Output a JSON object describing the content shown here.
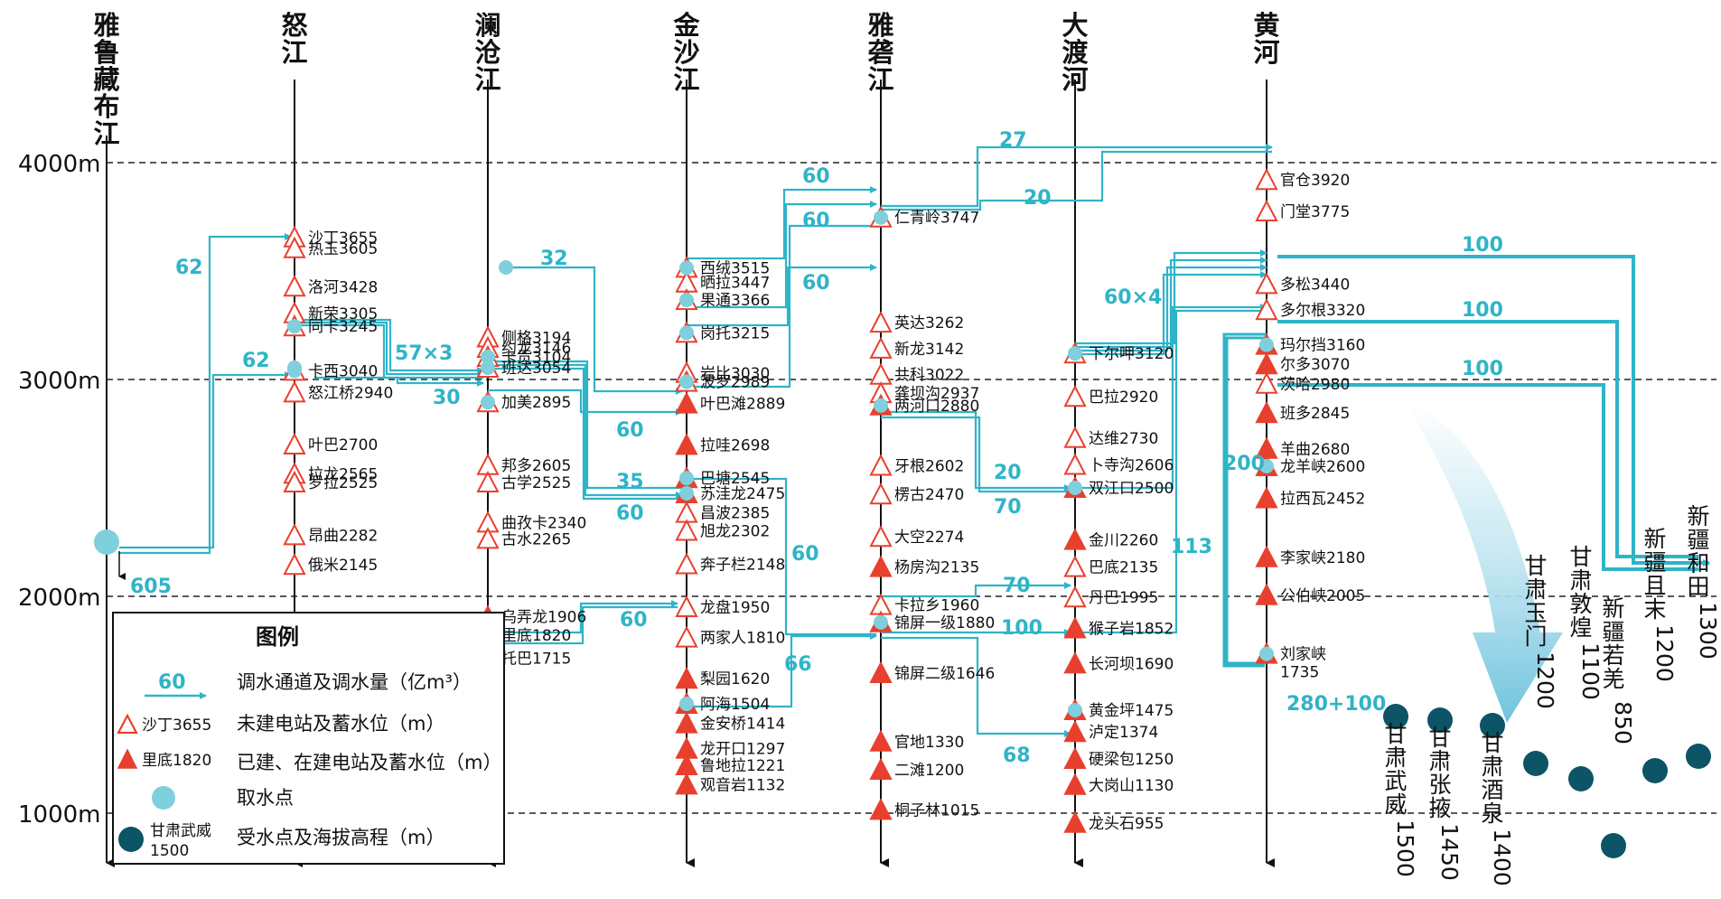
{
  "rivers": [
    "雅鲁藏布江",
    "怒江",
    "澜沧江",
    "金沙江",
    "雅砻江",
    "大渡河",
    "黄河"
  ],
  "elevation_labels": [
    "4000m",
    "3000m",
    "2000m",
    "1000m"
  ],
  "stations": [
    {
      "river": 1,
      "label": "沙丁3655",
      "elev": 3655,
      "status": "planned"
    },
    {
      "river": 1,
      "label": "热玉3605",
      "elev": 3605,
      "status": "planned"
    },
    {
      "river": 1,
      "label": "洛河3428",
      "elev": 3428,
      "status": "planned"
    },
    {
      "river": 1,
      "label": "新荣3305",
      "elev": 3305,
      "status": "planned"
    },
    {
      "river": 1,
      "label": "同卡3245",
      "elev": 3245,
      "status": "planned"
    },
    {
      "river": 1,
      "label": "卡西3040",
      "elev": 3040,
      "status": "planned"
    },
    {
      "river": 1,
      "label": "怒江桥2940",
      "elev": 2940,
      "status": "planned"
    },
    {
      "river": 1,
      "label": "叶巴2700",
      "elev": 2700,
      "status": "planned"
    },
    {
      "river": 1,
      "label": "拉龙2565",
      "elev": 2565,
      "status": "planned"
    },
    {
      "river": 1,
      "label": "罗拉2525",
      "elev": 2525,
      "status": "planned"
    },
    {
      "river": 1,
      "label": "昂曲2282",
      "elev": 2282,
      "status": "planned"
    },
    {
      "river": 1,
      "label": "俄米2145",
      "elev": 2145,
      "status": "planned"
    },
    {
      "river": 2,
      "label": "侧格3194",
      "elev": 3194,
      "status": "planned"
    },
    {
      "river": 2,
      "label": "约龙3146",
      "elev": 3146,
      "status": "planned"
    },
    {
      "river": 2,
      "label": "卡贡3104",
      "elev": 3104,
      "status": "planned"
    },
    {
      "river": 2,
      "label": "班达3054",
      "elev": 3054,
      "status": "planned"
    },
    {
      "river": 2,
      "label": "加美2895",
      "elev": 2895,
      "status": "planned"
    },
    {
      "river": 2,
      "label": "邦多2605",
      "elev": 2605,
      "status": "planned"
    },
    {
      "river": 2,
      "label": "古学2525",
      "elev": 2525,
      "status": "planned"
    },
    {
      "river": 2,
      "label": "曲孜卡2340",
      "elev": 2340,
      "status": "planned"
    },
    {
      "river": 2,
      "label": "古水2265",
      "elev": 2265,
      "status": "planned"
    },
    {
      "river": 2,
      "label": "乌弄龙1906",
      "elev": 1906,
      "status": "built"
    },
    {
      "river": 2,
      "label": "里底1820",
      "elev": 1820,
      "status": "built"
    },
    {
      "river": 2,
      "label": "托巴1715",
      "elev": 1715,
      "status": "built"
    },
    {
      "river": 3,
      "label": "西绒3515",
      "elev": 3515,
      "status": "planned"
    },
    {
      "river": 3,
      "label": "晒拉3447",
      "elev": 3447,
      "status": "planned"
    },
    {
      "river": 3,
      "label": "果通3366",
      "elev": 3366,
      "status": "planned"
    },
    {
      "river": 3,
      "label": "岗托3215",
      "elev": 3215,
      "status": "planned"
    },
    {
      "river": 3,
      "label": "岩比3030",
      "elev": 3030,
      "status": "planned"
    },
    {
      "river": 3,
      "label": "波罗2989",
      "elev": 2989,
      "status": "planned"
    },
    {
      "river": 3,
      "label": "叶巴滩2889",
      "elev": 2889,
      "status": "built"
    },
    {
      "river": 3,
      "label": "拉哇2698",
      "elev": 2698,
      "status": "built"
    },
    {
      "river": 3,
      "label": "巴塘2545",
      "elev": 2545,
      "status": "built"
    },
    {
      "river": 3,
      "label": "苏洼龙2475",
      "elev": 2475,
      "status": "built"
    },
    {
      "river": 3,
      "label": "昌波2385",
      "elev": 2385,
      "status": "planned"
    },
    {
      "river": 3,
      "label": "旭龙2302",
      "elev": 2302,
      "status": "planned"
    },
    {
      "river": 3,
      "label": "奔子栏2148",
      "elev": 2148,
      "status": "planned"
    },
    {
      "river": 3,
      "label": "龙盘1950",
      "elev": 1950,
      "status": "planned"
    },
    {
      "river": 3,
      "label": "两家人1810",
      "elev": 1810,
      "status": "planned"
    },
    {
      "river": 3,
      "label": "梨园1620",
      "elev": 1620,
      "status": "built"
    },
    {
      "river": 3,
      "label": "阿海1504",
      "elev": 1504,
      "status": "built"
    },
    {
      "river": 3,
      "label": "金安桥1414",
      "elev": 1414,
      "status": "built"
    },
    {
      "river": 3,
      "label": "龙开口1297",
      "elev": 1297,
      "status": "built"
    },
    {
      "river": 3,
      "label": "鲁地拉1221",
      "elev": 1221,
      "status": "built"
    },
    {
      "river": 3,
      "label": "观音岩1132",
      "elev": 1132,
      "status": "built"
    },
    {
      "river": 4,
      "label": "仁青岭3747",
      "elev": 3747,
      "status": "planned"
    },
    {
      "river": 4,
      "label": "英达3262",
      "elev": 3262,
      "status": "planned"
    },
    {
      "river": 4,
      "label": "新龙3142",
      "elev": 3142,
      "status": "planned"
    },
    {
      "river": 4,
      "label": "共科3022",
      "elev": 3022,
      "status": "planned"
    },
    {
      "river": 4,
      "label": "龚坝沟2937",
      "elev": 2937,
      "status": "planned"
    },
    {
      "river": 4,
      "label": "两河口2880",
      "elev": 2880,
      "status": "built"
    },
    {
      "river": 4,
      "label": "牙根2602",
      "elev": 2602,
      "status": "planned"
    },
    {
      "river": 4,
      "label": "楞古2470",
      "elev": 2470,
      "status": "planned"
    },
    {
      "river": 4,
      "label": "大空2274",
      "elev": 2274,
      "status": "planned"
    },
    {
      "river": 4,
      "label": "杨房沟2135",
      "elev": 2135,
      "status": "built"
    },
    {
      "river": 4,
      "label": "卡拉乡1960",
      "elev": 1960,
      "status": "planned"
    },
    {
      "river": 4,
      "label": "锦屏一级1880",
      "elev": 1880,
      "status": "built"
    },
    {
      "river": 4,
      "label": "锦屏二级1646",
      "elev": 1646,
      "status": "built"
    },
    {
      "river": 4,
      "label": "官地1330",
      "elev": 1330,
      "status": "built"
    },
    {
      "river": 4,
      "label": "二滩1200",
      "elev": 1200,
      "status": "built"
    },
    {
      "river": 4,
      "label": "桐子林1015",
      "elev": 1015,
      "status": "built"
    },
    {
      "river": 5,
      "label": "下尔呷3120",
      "elev": 3120,
      "status": "planned"
    },
    {
      "river": 5,
      "label": "巴拉2920",
      "elev": 2920,
      "status": "planned"
    },
    {
      "river": 5,
      "label": "达维2730",
      "elev": 2730,
      "status": "planned"
    },
    {
      "river": 5,
      "label": "卜寺沟2606",
      "elev": 2606,
      "status": "planned"
    },
    {
      "river": 5,
      "label": "双江口2500",
      "elev": 2500,
      "status": "built"
    },
    {
      "river": 5,
      "label": "金川2260",
      "elev": 2260,
      "status": "built"
    },
    {
      "river": 5,
      "label": "巴底2135",
      "elev": 2135,
      "status": "planned"
    },
    {
      "river": 5,
      "label": "丹巴1995",
      "elev": 1995,
      "status": "planned"
    },
    {
      "river": 5,
      "label": "猴子岩1852",
      "elev": 1852,
      "status": "built"
    },
    {
      "river": 5,
      "label": "长河坝1690",
      "elev": 1690,
      "status": "built"
    },
    {
      "river": 5,
      "label": "黄金坪1475",
      "elev": 1475,
      "status": "built"
    },
    {
      "river": 5,
      "label": "泸定1374",
      "elev": 1374,
      "status": "built"
    },
    {
      "river": 5,
      "label": "硬梁包1250",
      "elev": 1250,
      "status": "built"
    },
    {
      "river": 5,
      "label": "大岗山1130",
      "elev": 1130,
      "status": "built"
    },
    {
      "river": 5,
      "label": "龙头石955",
      "elev": 955,
      "status": "built"
    },
    {
      "river": 6,
      "label": "官仓3920",
      "elev": 3920,
      "status": "planned"
    },
    {
      "river": 6,
      "label": "门堂3775",
      "elev": 3775,
      "status": "planned"
    },
    {
      "river": 6,
      "label": "多松3440",
      "elev": 3440,
      "status": "planned"
    },
    {
      "river": 6,
      "label": "多尔根3320",
      "elev": 3320,
      "status": "planned"
    },
    {
      "river": 6,
      "label": "玛尔挡3160",
      "elev": 3160,
      "status": "built"
    },
    {
      "river": 6,
      "label": "尔多3070",
      "elev": 3070,
      "status": "built"
    },
    {
      "river": 6,
      "label": "茨哈2980",
      "elev": 2980,
      "status": "planned"
    },
    {
      "river": 6,
      "label": "班多2845",
      "elev": 2845,
      "status": "built"
    },
    {
      "river": 6,
      "label": "羊曲2680",
      "elev": 2680,
      "status": "built"
    },
    {
      "river": 6,
      "label": "龙羊峡2600",
      "elev": 2600,
      "status": "built"
    },
    {
      "river": 6,
      "label": "拉西瓦2452",
      "elev": 2452,
      "status": "built"
    },
    {
      "river": 6,
      "label": "李家峡2180",
      "elev": 2180,
      "status": "built"
    },
    {
      "river": 6,
      "label": "公伯峡2005",
      "elev": 2005,
      "status": "built"
    },
    {
      "river": 6,
      "label": "刘家峡",
      "label2": "1735",
      "elev": 1735,
      "status": "built"
    }
  ],
  "flow_labels": [
    "62",
    "62",
    "605",
    "57×3",
    "30",
    "32",
    "60",
    "35",
    "60",
    "60",
    "60",
    "60",
    "60",
    "60",
    "66",
    "27",
    "20",
    "20",
    "70",
    "70",
    "100",
    "68",
    "60×4",
    "113",
    "200",
    "100",
    "100",
    "100",
    "280+100"
  ],
  "receivers": [
    {
      "name": "甘肃武威",
      "value": "1500"
    },
    {
      "name": "甘肃张掖",
      "value": "1450"
    },
    {
      "name": "甘肃酒泉",
      "value": "1400"
    },
    {
      "name": "甘肃玉门",
      "value": "1200"
    },
    {
      "name": "甘肃敦煌",
      "value": "1100"
    },
    {
      "name": "新疆若羌",
      "value": "850"
    },
    {
      "name": "新疆且末",
      "value": "1200"
    },
    {
      "name": "新疆和田",
      "value": "1300"
    }
  ],
  "legend": {
    "title": "图例",
    "flow_sample": "60",
    "flow_desc": "调水通道及调水量（亿m³）",
    "planned_sample": "沙丁3655",
    "planned_desc": "未建电站及蓄水位（m）",
    "built_sample": "里底1820",
    "built_desc": "已建、在建电站及蓄水位（m）",
    "intake_desc": "取水点",
    "receiver_sample_name": "甘肃武威",
    "receiver_sample_value": "1500",
    "receiver_desc": "受水点及海拔高程（m）"
  },
  "colors": {
    "flow": "#2fb4c8",
    "station": "#e8402e",
    "intake": "#7fcfdc",
    "receiver": "#0c5466",
    "axis": "#111111"
  }
}
